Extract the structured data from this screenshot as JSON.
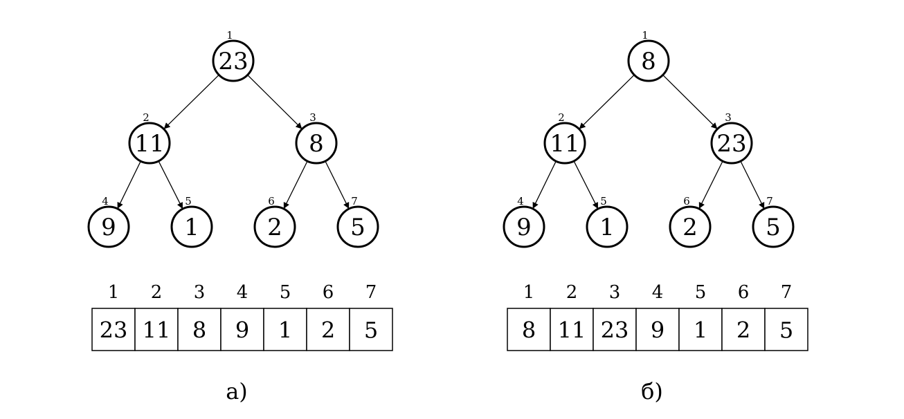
{
  "panels": [
    {
      "caption": "а)",
      "nodes": [
        {
          "index": "1",
          "value": "23"
        },
        {
          "index": "2",
          "value": "11"
        },
        {
          "index": "3",
          "value": "8"
        },
        {
          "index": "4",
          "value": "9"
        },
        {
          "index": "5",
          "value": "1"
        },
        {
          "index": "6",
          "value": "2"
        },
        {
          "index": "7",
          "value": "5"
        }
      ],
      "array_indices": [
        "1",
        "2",
        "3",
        "4",
        "5",
        "6",
        "7"
      ],
      "array_values": [
        "23",
        "11",
        "8",
        "9",
        "1",
        "2",
        "5"
      ]
    },
    {
      "caption": "б)",
      "nodes": [
        {
          "index": "1",
          "value": "8"
        },
        {
          "index": "2",
          "value": "11"
        },
        {
          "index": "3",
          "value": "23"
        },
        {
          "index": "4",
          "value": "9"
        },
        {
          "index": "5",
          "value": "1"
        },
        {
          "index": "6",
          "value": "2"
        },
        {
          "index": "7",
          "value": "5"
        }
      ],
      "array_indices": [
        "1",
        "2",
        "3",
        "4",
        "5",
        "6",
        "7"
      ],
      "array_values": [
        "8",
        "11",
        "23",
        "9",
        "1",
        "2",
        "5"
      ]
    }
  ]
}
